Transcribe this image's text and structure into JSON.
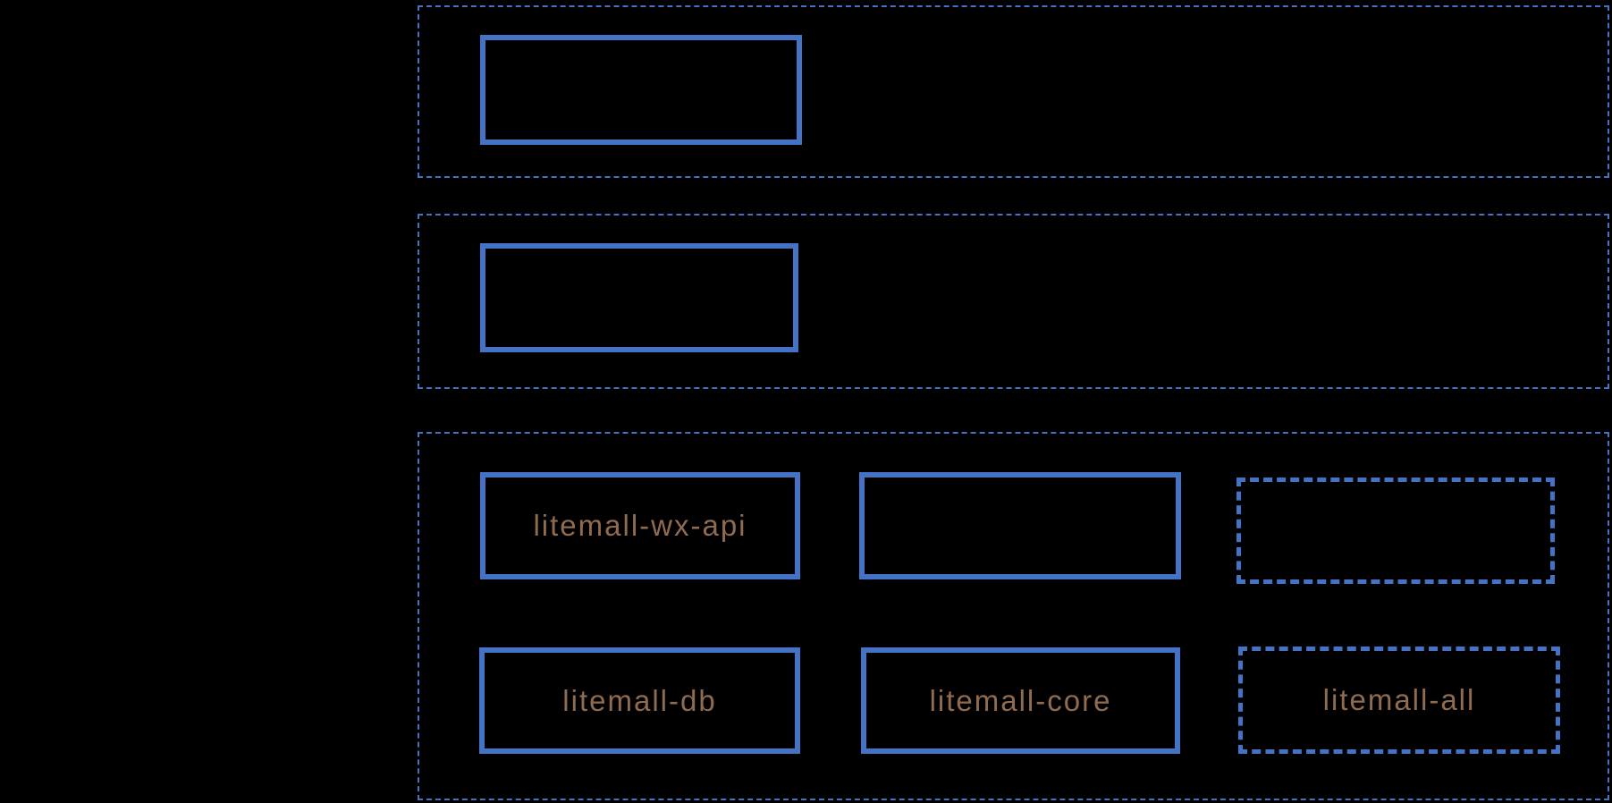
{
  "diagram": {
    "background_color": "#000000",
    "accent_color": "#4472C4",
    "label_color": "#8F6B50",
    "groups": [
      {
        "name": "top-group",
        "border_style": "dashed",
        "nodes": [
          {
            "label": "",
            "border_style": "solid"
          }
        ]
      },
      {
        "name": "middle-group",
        "border_style": "dashed",
        "nodes": [
          {
            "label": "",
            "border_style": "solid"
          }
        ]
      },
      {
        "name": "bottom-group",
        "border_style": "dashed",
        "nodes": [
          {
            "label": "litemall-wx-api",
            "border_style": "solid"
          },
          {
            "label": "",
            "border_style": "solid"
          },
          {
            "label": "",
            "border_style": "dashed"
          },
          {
            "label": "litemall-db",
            "border_style": "solid"
          },
          {
            "label": "litemall-core",
            "border_style": "solid"
          },
          {
            "label": "litemall-all",
            "border_style": "dashed"
          }
        ]
      }
    ]
  }
}
